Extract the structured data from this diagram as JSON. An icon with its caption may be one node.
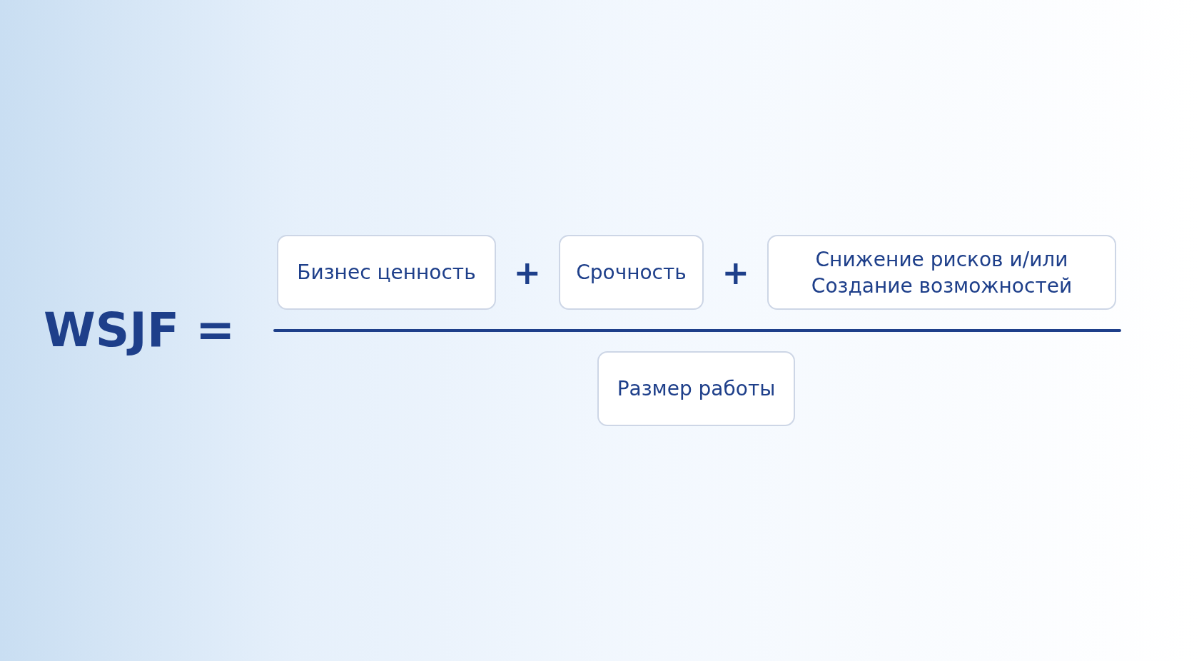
{
  "diagram": {
    "nodes": [
      {
        "text": [
          "Бизнес ценность"
        ]
      },
      {
        "text": [
          "Срочность"
        ]
      },
      {
        "text": [
          "Снижение рисков и/или Создание возможностей"
        ]
      },
      {
        "text": [
          "Размер работы"
        ]
      }
    ],
    "labels": [
      "WSJF =",
      "+",
      "+"
    ]
  }
}
